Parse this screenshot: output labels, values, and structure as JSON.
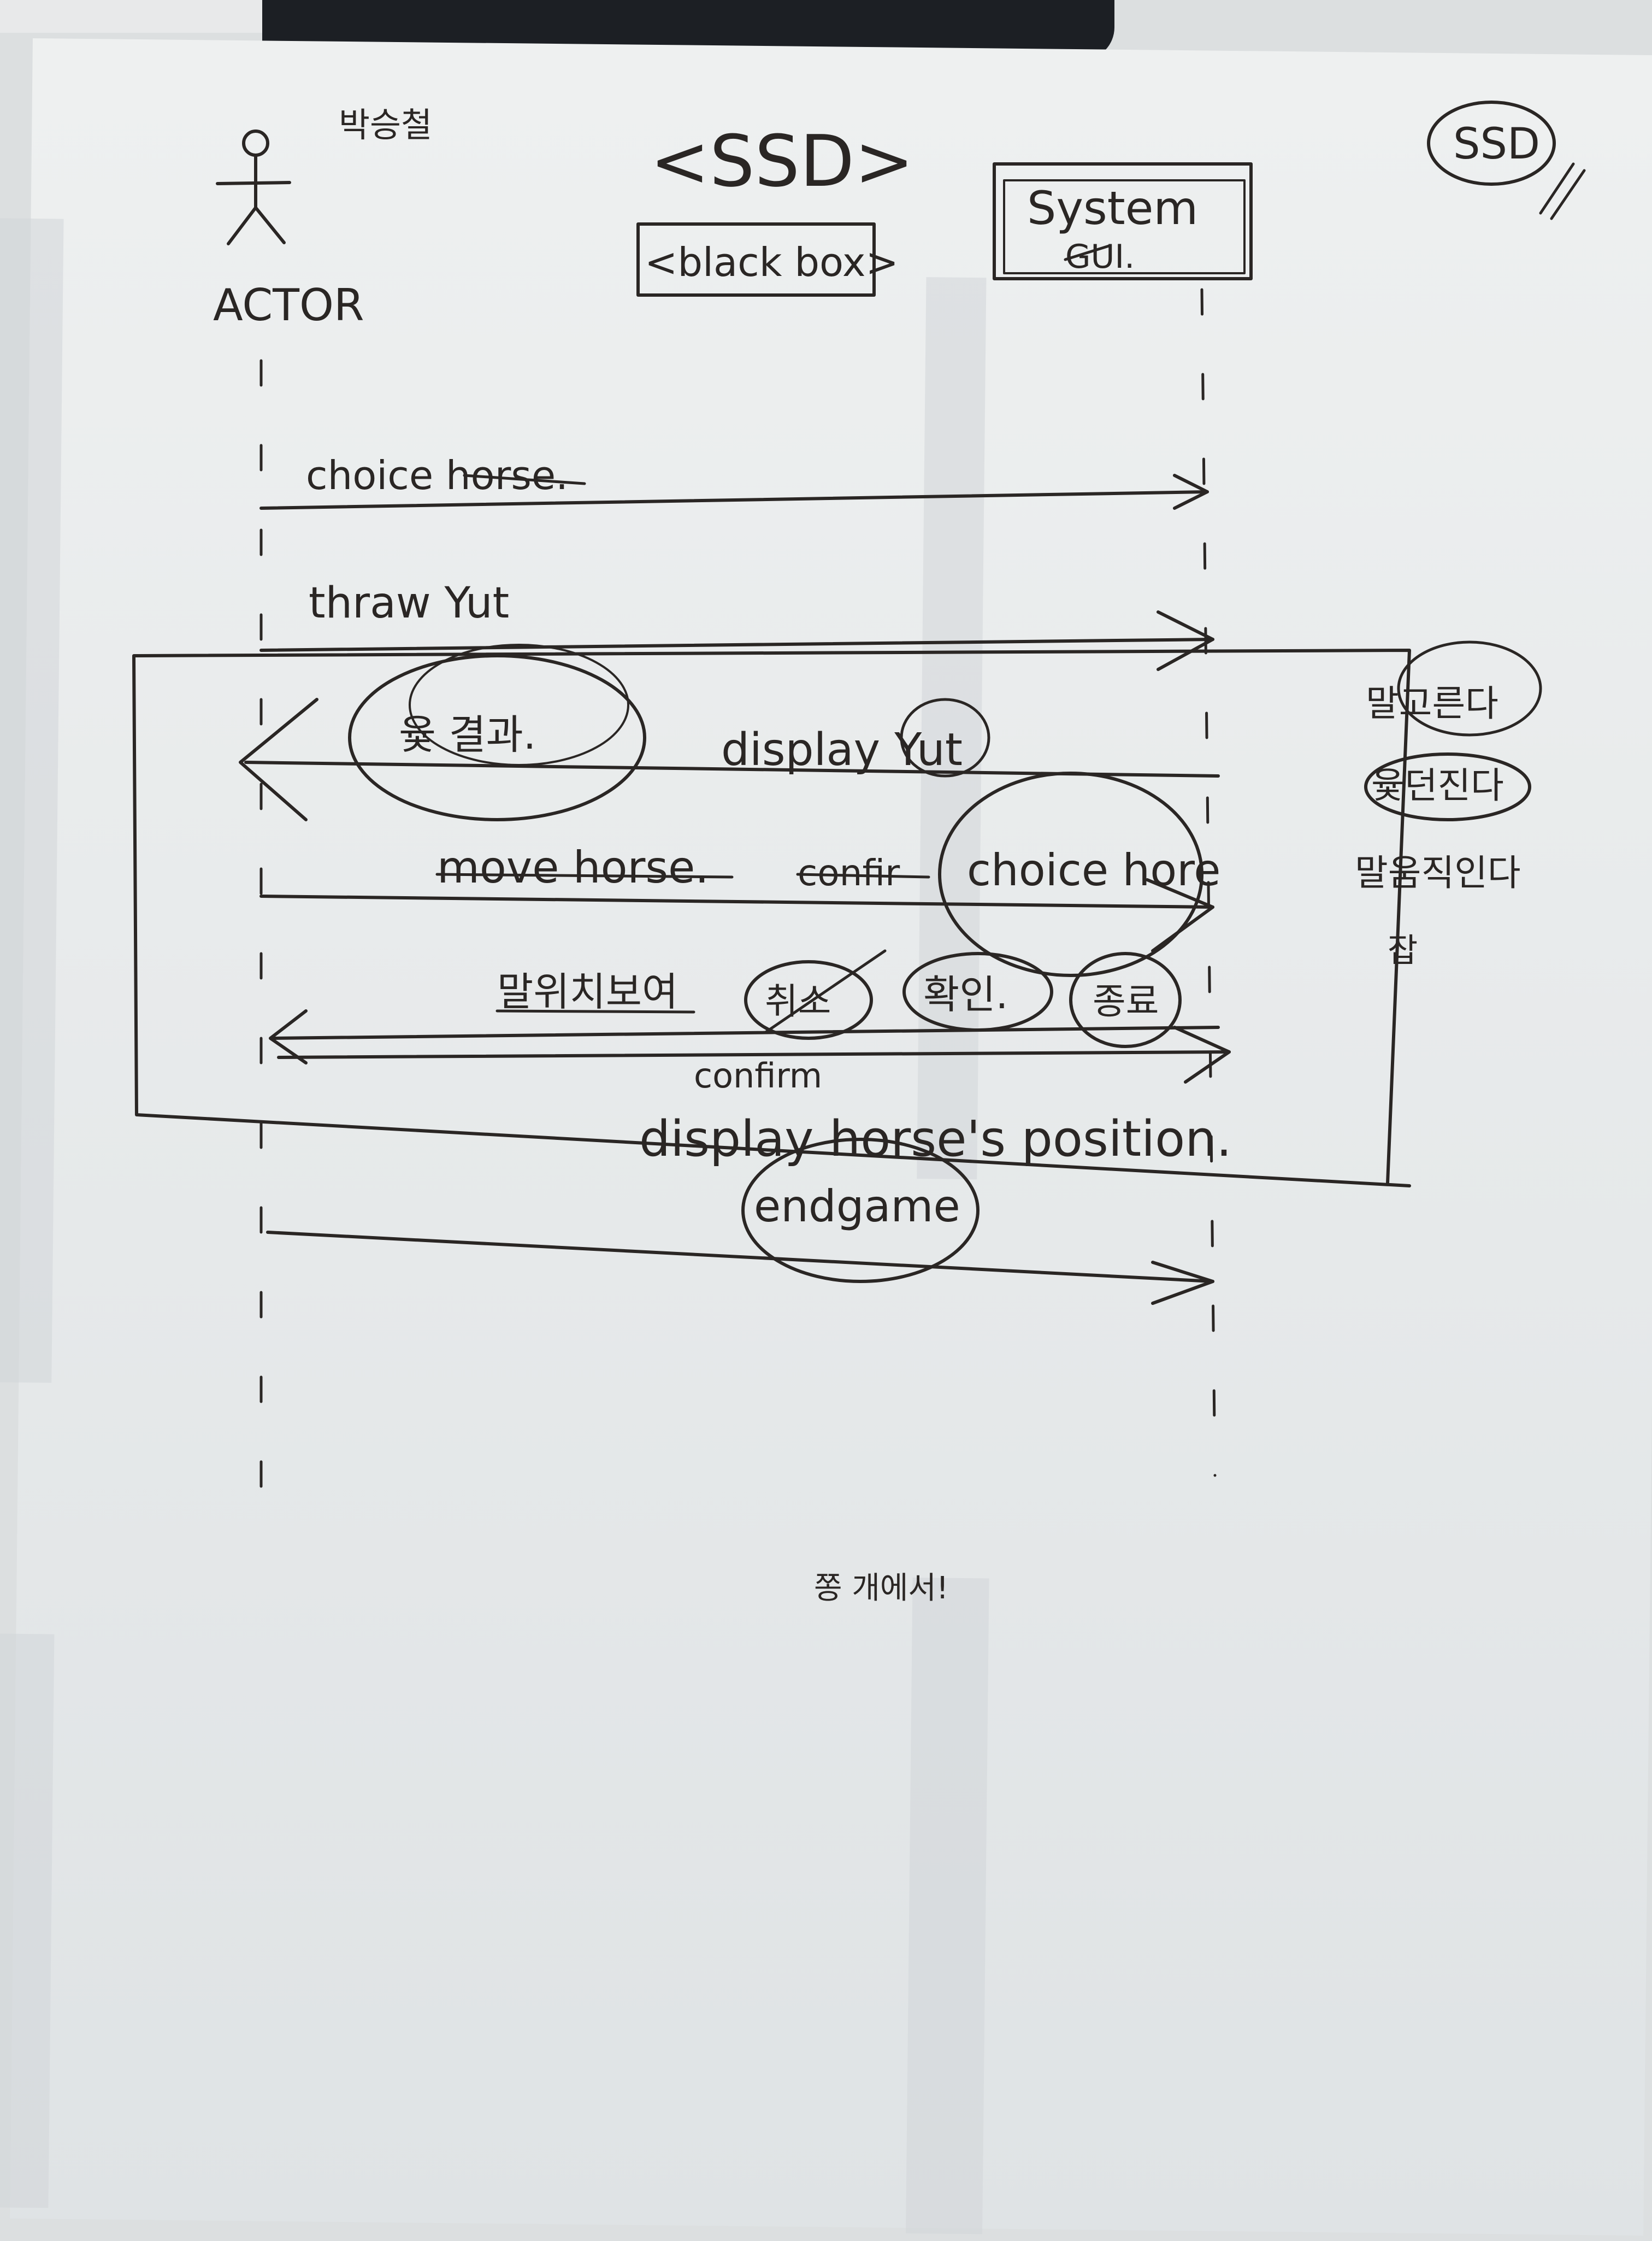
{
  "title": "<SSD>",
  "subtitle": "<black box>",
  "corner_label": "SSD",
  "corner_label_marks": "//",
  "top_left_scribble": "박승철",
  "actor": {
    "label": "ACTOR"
  },
  "system": {
    "label": "System",
    "sublabel": "GUI."
  },
  "messages": {
    "choice_horse": "choice horse.",
    "throw_yut": "thraw Yut",
    "yut_result": "윷 결과.",
    "display_yut": "display Yut",
    "move_horse": "move horse.",
    "confir": "confir",
    "choice_hore": "choice hore",
    "horse_position_kr": "말위치보여",
    "cancel_kr": "취소",
    "confirm_kr": "확인.",
    "end_kr": "종료",
    "confirm": "confirm",
    "display_position": "display horse's position.",
    "end_game": "endgame"
  },
  "side_notes": [
    "말고른다",
    "윷던진다",
    "말움직인다",
    "잡"
  ],
  "bottom_note": "쫑 개에서!",
  "colors": {
    "ink": "#2a2624",
    "paper": "#eceeee"
  }
}
